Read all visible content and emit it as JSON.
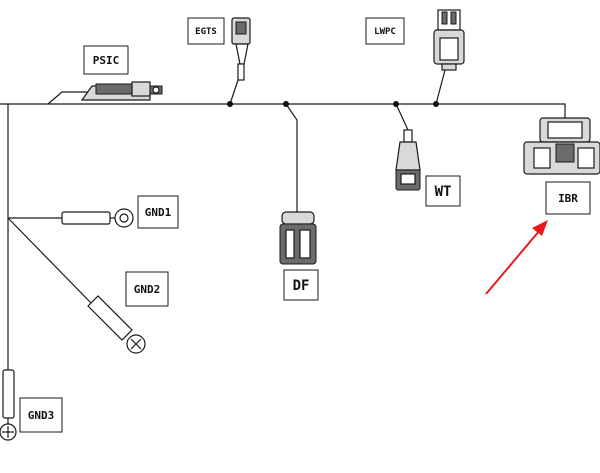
{
  "labels": {
    "psic": "PSIC",
    "egts": "EGTS",
    "lwpc": "LWPC",
    "wt": "WT",
    "ibr": "IBR",
    "df": "DF",
    "gnd1": "GND1",
    "gnd2": "GND2",
    "gnd3": "GND3"
  },
  "colors": {
    "line": "#1a1a1a",
    "arrow": "#e8191a"
  }
}
